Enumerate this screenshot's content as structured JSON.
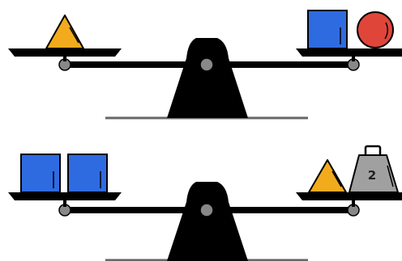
{
  "colors": {
    "square": "#2f6be0",
    "circle": "#e0453a",
    "triangle": "#f2ab1c",
    "weight": "#a0a0a0",
    "beam": "#000000",
    "fulcrum": "#000000",
    "pivot": "#888888",
    "ground": "#666666"
  },
  "balances": [
    {
      "left_pan": [
        "triangle"
      ],
      "right_pan": [
        "square",
        "circle"
      ]
    },
    {
      "left_pan": [
        "square",
        "square"
      ],
      "right_pan": [
        "triangle",
        "weight"
      ]
    }
  ],
  "weight_block": {
    "label": "2"
  }
}
